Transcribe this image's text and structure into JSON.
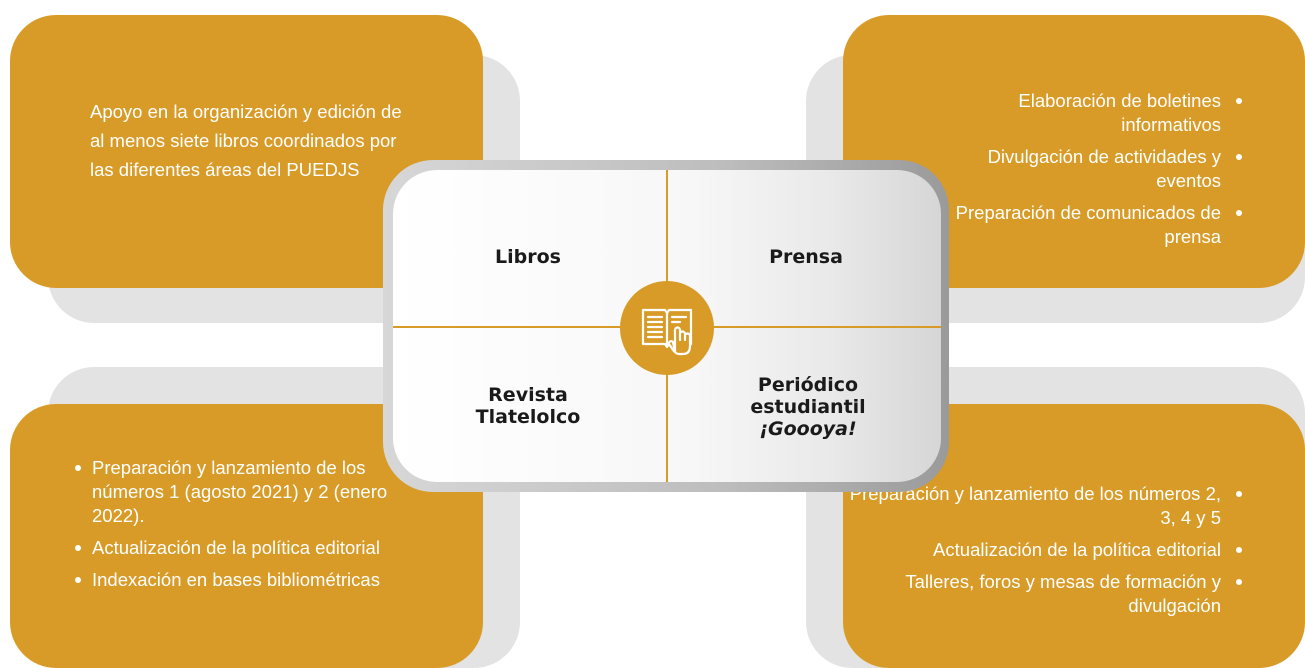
{
  "quadrants": {
    "top_left": {
      "label": "Libros"
    },
    "top_right": {
      "label": "Prensa"
    },
    "bottom_left": {
      "label_line1": "Revista",
      "label_line2": "Tlatelolco"
    },
    "bottom_right": {
      "label_line1": "Periódico",
      "label_line2": "estudiantil",
      "label_line3": "¡Goooya!"
    }
  },
  "boxes": {
    "top_left": {
      "text": "Apoyo en la organización y edición de al menos siete libros coordinados por las diferentes áreas del PUEDJS"
    },
    "top_right": {
      "items": [
        "Elaboración de boletines informativos",
        "Divulgación de actividades y eventos",
        "Preparación de comunicados de prensa"
      ]
    },
    "bottom_left": {
      "items": [
        "Preparación y lanzamiento de los números 1 (agosto 2021) y 2 (enero 2022).",
        "Actualización de la política editorial",
        "Indexación en bases bibliométricas"
      ]
    },
    "bottom_right": {
      "items": [
        "Preparación y lanzamiento de los números 2, 3, 4 y 5",
        "Actualización de la política editorial",
        "Talleres, foros y mesas de formación y divulgación"
      ]
    }
  },
  "center_icon": "book-touch-icon",
  "colors": {
    "accent": "#d89b27",
    "shadow": "#e3e3e3",
    "text_dark": "#1a1a1a"
  }
}
